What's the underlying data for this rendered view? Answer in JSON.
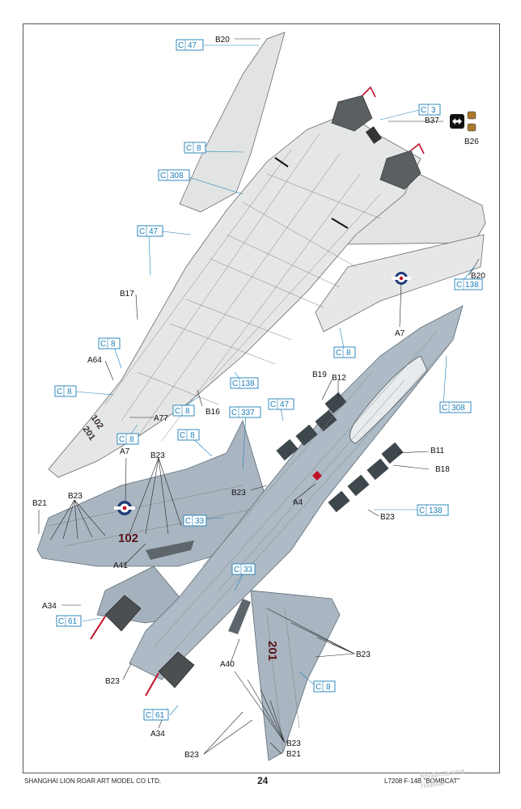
{
  "footer": {
    "company": "SHANGHAI LION ROAR ART MODEL CO LTD.",
    "page": "24",
    "kit": "L7208  F-14B  \"BOMBCAT\""
  },
  "watermark": {
    "line1": "Модельная",
    "line2": "лавка"
  },
  "callouts": {
    "b20_top": "B20",
    "b37": "B37",
    "b26": "B26",
    "b20_right": "B20",
    "b17": "B17",
    "a64": "A64",
    "a7_top": "A7",
    "b16": "B16",
    "a77": "A77",
    "b19": "B19",
    "b12": "B12",
    "b11": "B11",
    "b18": "B18",
    "a7_bottom": "A7",
    "b23_a": "B23",
    "b21_left": "B21",
    "b23_b": "B23",
    "b23_c": "B23",
    "a4": "A4",
    "b23_d": "B23",
    "a41": "A41",
    "a34_a": "A34",
    "b23_e": "B23",
    "a40": "A40",
    "b23_f": "B23",
    "a34_b": "A34",
    "b23_g": "B23",
    "b23_h": "B23",
    "b21_bottom": "B21"
  },
  "colors": {
    "c47_a": "47",
    "c3": "3",
    "c8_a": "8",
    "c308_a": "308",
    "c47_b": "47",
    "c138_a": "138",
    "c8_b": "8",
    "c8_c": "8",
    "c138_b": "138",
    "c8_d": "8",
    "c8_e": "8",
    "c308_b": "308",
    "c337": "337",
    "c47_c": "47",
    "c8_f": "8",
    "c8_g": "8",
    "c33_a": "33",
    "c138_c": "138",
    "c33_b": "33",
    "c61_a": "61",
    "c61_b": "61",
    "c8_h": "8",
    "prefix": "C"
  },
  "markings": {
    "modex_top": "102",
    "modex_bottom": "201",
    "wing_number": "102",
    "tail_number": "201"
  },
  "palette": {
    "upper_light": "#e4e6e6",
    "lower_blue_grey": "#a9b6c2",
    "panel_dark": "#3f4a4e",
    "callout_blue": "#1d7fb8",
    "engine_dark": "#4b4f52",
    "accent_red": "#c2122b"
  }
}
